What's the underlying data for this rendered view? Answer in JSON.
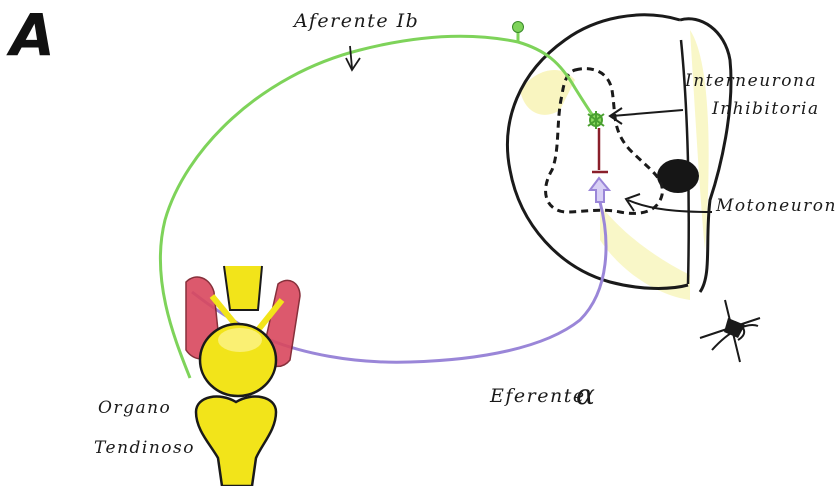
{
  "panel_letter": "A",
  "labels": {
    "afferent": "Aferente Ib",
    "interneuron_line1": "Interneurona",
    "interneuron_line2": "Inhibitoria",
    "motoneuron": "Motoneurona",
    "efferent": "Eferente",
    "efferent_symbol": "α",
    "organ_line1": "Organo",
    "organ_line2": "Tendinoso"
  },
  "colors": {
    "afferent": "#7ed35a",
    "efferent": "#9a86d8",
    "cord_outline": "#1a1a1a",
    "bone": "#f2e41a",
    "muscle": "#d9485e",
    "gray_matter_tint": "#f7f3b0"
  },
  "icons": [
    "spinal-cord-section",
    "tendon-organ",
    "muscle",
    "bone-joint",
    "artist-signature"
  ]
}
